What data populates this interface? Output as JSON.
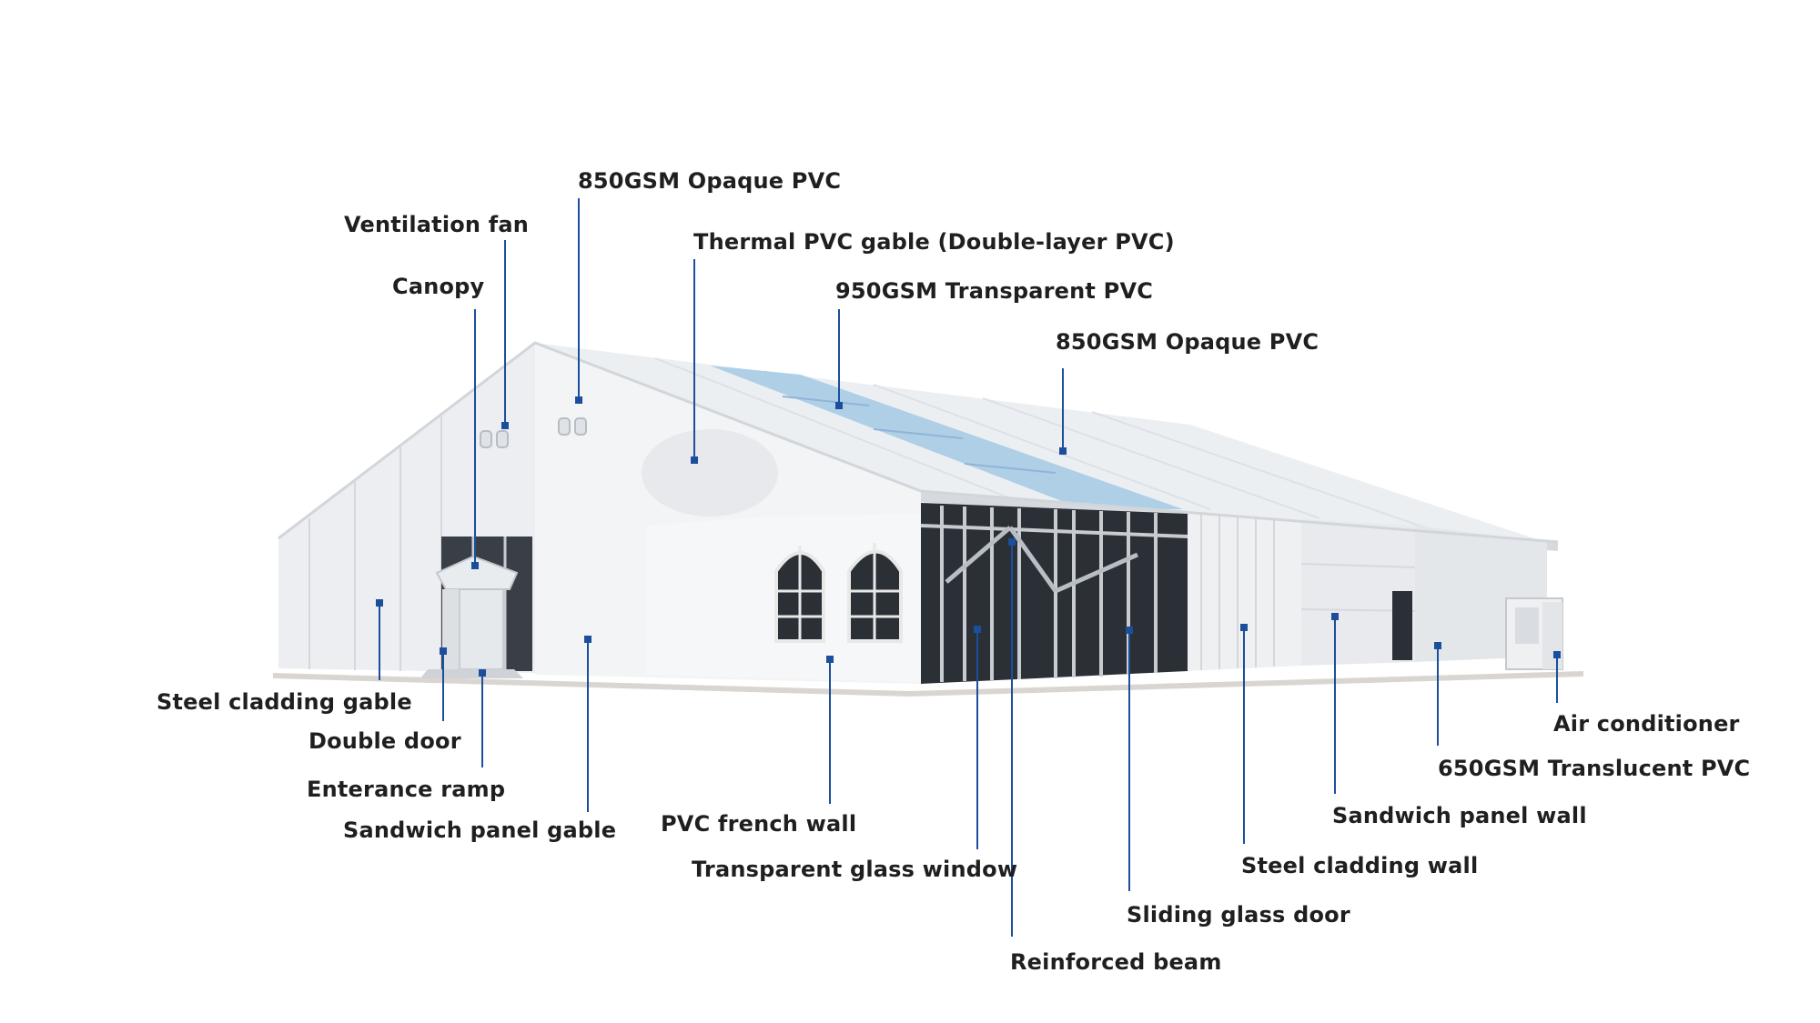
{
  "colors": {
    "leader": "#1b4f9c",
    "label_text": "#1f1f1f",
    "roof": "#eef1f4",
    "wall": "#f1f2f4",
    "glass": "#2b2f36",
    "skylight": "#a9cbe6"
  },
  "labels": {
    "pvc_opaque_top": "850GSM Opaque PVC",
    "ventilation_fan": "Ventilation fan",
    "thermal_pvc_gable": "Thermal PVC gable  (Double-layer PVC)",
    "canopy": "Canopy",
    "pvc_transparent": "950GSM Transparent PVC",
    "pvc_opaque_roof": "850GSM Opaque PVC",
    "steel_cladding_gable": "Steel cladding gable",
    "double_door": "Double door",
    "entrance_ramp": "Enterance ramp",
    "sandwich_panel_gable": "Sandwich panel gable",
    "pvc_french_wall": "PVC french wall",
    "transparent_glass_window": "Transparent glass window",
    "reinforced_beam": "Reinforced beam",
    "sliding_glass_door": "Sliding glass door",
    "steel_cladding_wall": "Steel cladding wall",
    "sandwich_panel_wall": "Sandwich panel wall",
    "pvc_translucent": "650GSM Translucent PVC",
    "air_conditioner": "Air conditioner"
  }
}
